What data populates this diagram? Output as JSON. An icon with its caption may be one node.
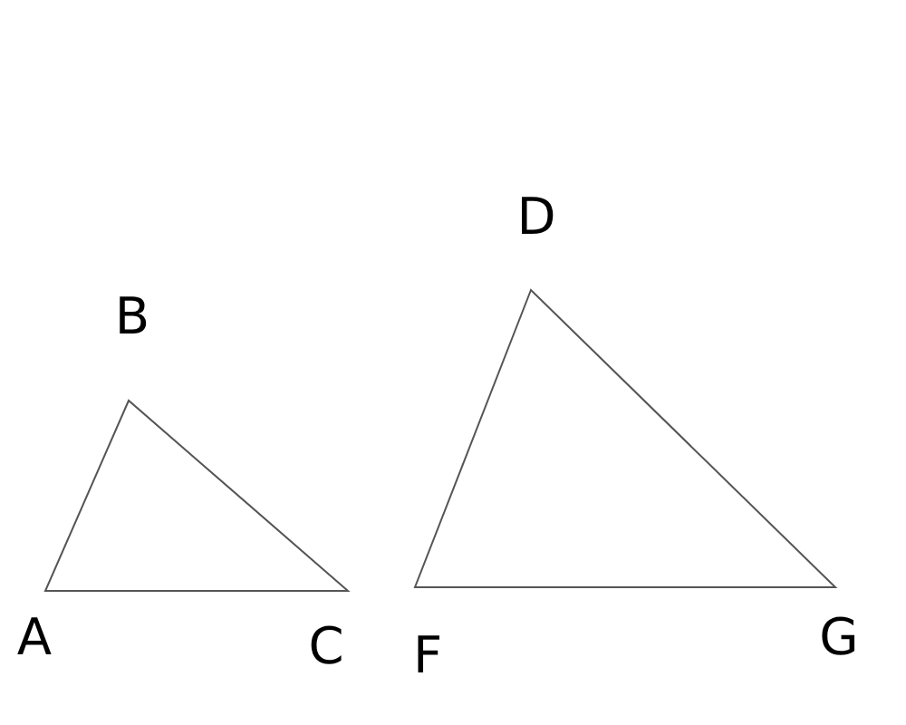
{
  "diagram": {
    "labels": [
      "D",
      "B",
      "A",
      "C",
      "F",
      "G"
    ]
  }
}
